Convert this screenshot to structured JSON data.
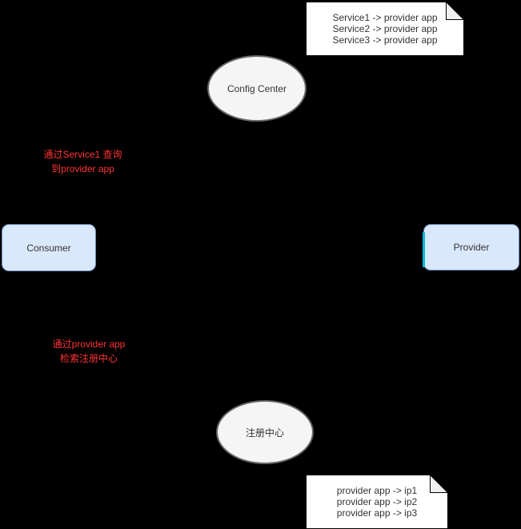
{
  "notes": {
    "top": {
      "lines": [
        "Service1 -> provider app",
        "Service2 -> provider app",
        "Service3 -> provider app"
      ]
    },
    "bottom": {
      "lines": [
        "provider app -> ip1",
        "provider app -> ip2",
        "provider app -> ip3"
      ]
    }
  },
  "nodes": {
    "config_center": {
      "label": "Config Center"
    },
    "consumer": {
      "label": "Consumer"
    },
    "provider": {
      "label": "Provider"
    },
    "registry": {
      "label": "注册中心"
    }
  },
  "annotations": {
    "query": {
      "lines": [
        "通过Service1 查询",
        "到provider app"
      ]
    },
    "lookup": {
      "lines": [
        "通过provider app",
        "检索注册中心"
      ]
    }
  },
  "colors": {
    "background": "#000000",
    "rect_node_fill": "#DAE8FC",
    "rect_node_border": "#6C8EBF",
    "ellipse_fill": "#F5F5F5",
    "ellipse_border": "#666666",
    "note_fill": "#FFFFFF",
    "note_fold_fill": "#F0F0F0",
    "note_border": "#000000",
    "annotation_red": "#FF3333",
    "edge_highlight": "#00BCD4",
    "shape_text": "#333333"
  }
}
